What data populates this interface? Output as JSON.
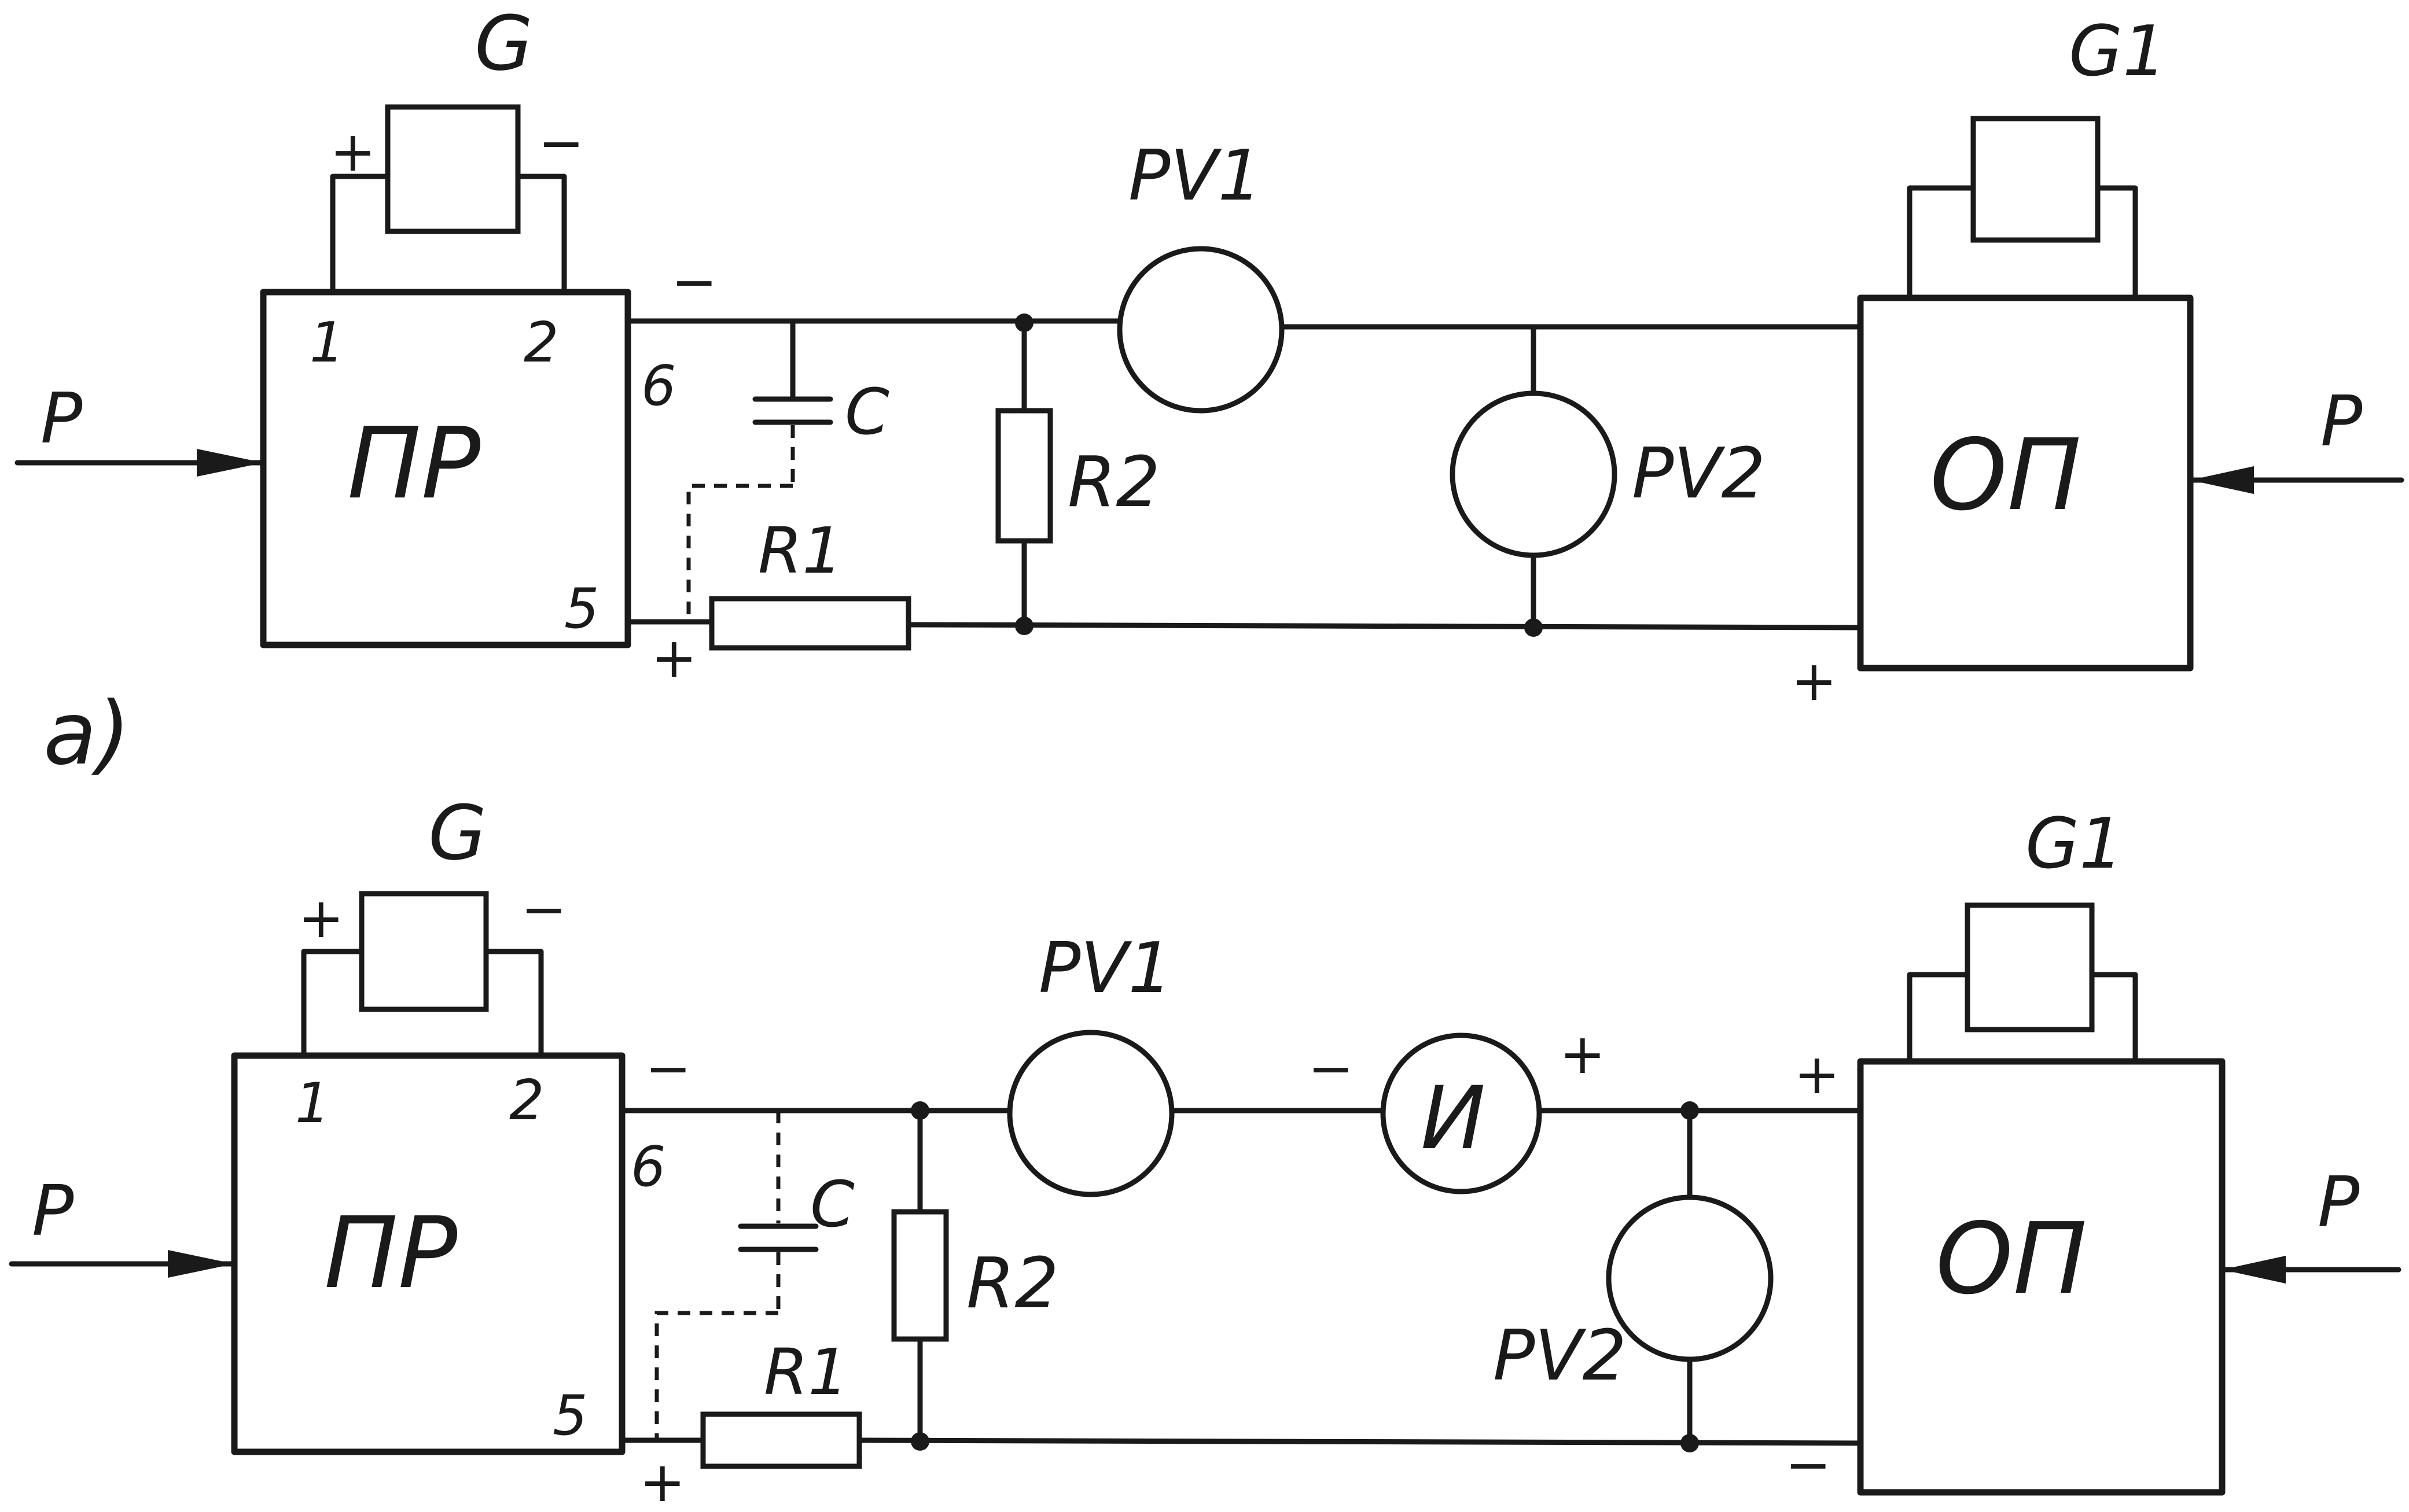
{
  "diagrams": [
    {
      "label": "a)",
      "converter": "ПР",
      "converter_supply": "G",
      "converter_pins": {
        "p1": "1",
        "p2": "2",
        "p6": "6",
        "p5": "5"
      },
      "receiver": "ОП",
      "receiver_supply": "G1",
      "input_left": "P",
      "input_right": "P",
      "capacitor": "C",
      "resistor1": "R1",
      "resistor2": "R2",
      "voltmeter1": "PV1",
      "voltmeter2": "PV2",
      "polarity": {
        "g_plus": "+",
        "g_minus": "−",
        "pin6": "−",
        "pin5": "+",
        "receiver_bottom": "+"
      }
    },
    {
      "label": "",
      "converter": "ПР",
      "converter_supply": "G",
      "converter_pins": {
        "p1": "1",
        "p2": "2",
        "p6": "6",
        "p5": "5"
      },
      "receiver": "ОП",
      "receiver_supply": "G1",
      "input_left": "P",
      "input_right": "P",
      "capacitor": "C",
      "resistor1": "R1",
      "resistor2": "R2",
      "voltmeter1": "PV1",
      "voltmeter2": "PV2",
      "source": "И",
      "polarity": {
        "g_plus": "+",
        "g_minus": "−",
        "pin6": "−",
        "pin5": "+",
        "source_minus": "−",
        "source_plus": "+",
        "receiver_top": "+",
        "receiver_bottom": "−"
      }
    }
  ]
}
